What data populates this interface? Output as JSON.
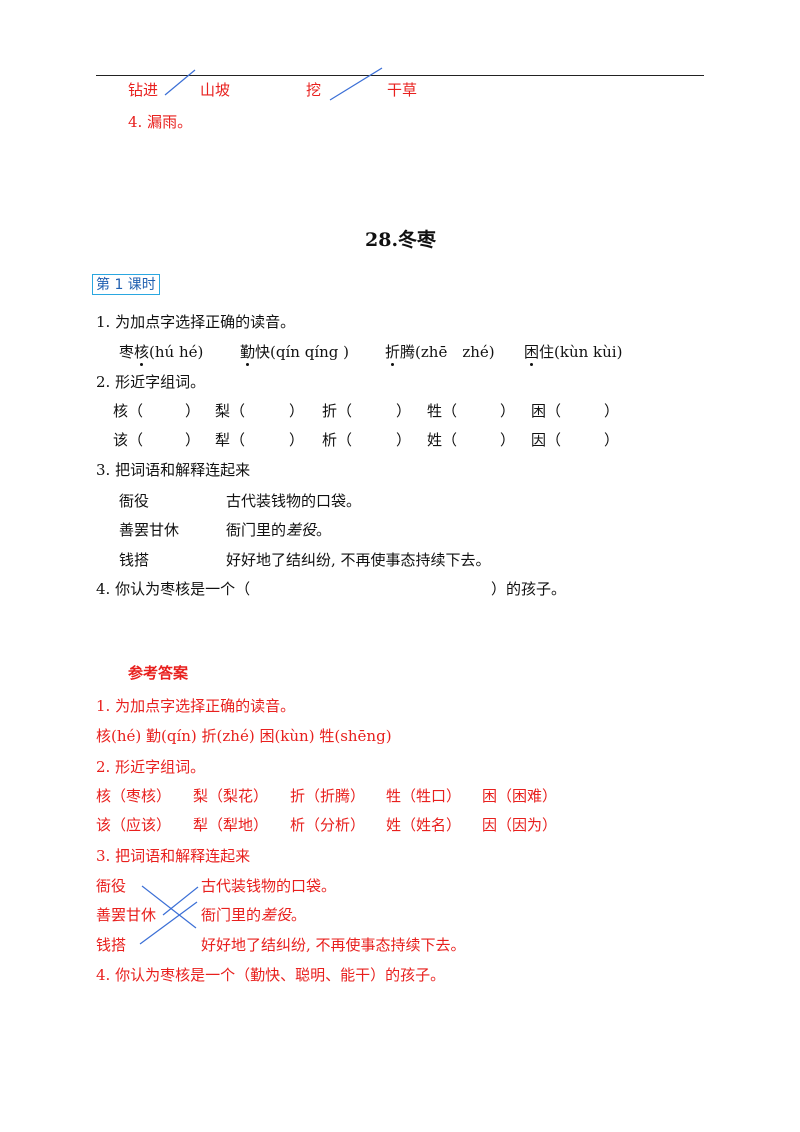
{
  "top_answers": {
    "match_row": [
      "钻进",
      "山坡",
      "挖",
      "干草"
    ],
    "item4": "4. 漏雨。"
  },
  "lesson": {
    "title": "28.冬枣",
    "badge": "第 1 课时",
    "q1": {
      "prompt": "1. 为加点字选择正确的读音。",
      "items": [
        {
          "pre": "枣",
          "dot": "核",
          "post": "",
          "pinyin": "(hú hé)"
        },
        {
          "pre": "",
          "dot": "勤",
          "post": "快",
          "pinyin": "(qín qíng )"
        },
        {
          "pre": "",
          "dot": "折",
          "post": "腾",
          "pinyin": "(zhē　zhé)"
        },
        {
          "pre": "",
          "dot": "困",
          "post": "住",
          "pinyin": "(kùn kùi)"
        }
      ]
    },
    "q2": {
      "prompt": "2. 形近字组词。",
      "row1": [
        "核（",
        "）",
        "梨（",
        "）",
        "折（",
        "）",
        "牲（",
        "）",
        "困（",
        "）"
      ],
      "row2": [
        "该（",
        "）",
        "犁（",
        "）",
        "析（",
        "）",
        "姓（",
        "）",
        "因（",
        "）"
      ]
    },
    "q3": {
      "prompt": "3. 把词语和解释连起来",
      "left": [
        "衙役",
        "善罢甘休",
        "钱搭"
      ],
      "right": [
        "古代装钱物的口袋。",
        "衙门里的",
        "差役",
        "。",
        "好好地了结纠纷, 不再使事态持续下去。"
      ]
    },
    "q4": {
      "prompt_start": "4. 你认为枣核是一个（",
      "prompt_end": "）的孩子。"
    }
  },
  "answers": {
    "heading": "参考答案",
    "a1_prompt": "1. 为加点字选择正确的读音。",
    "a1_line": "核(hé)  勤(qín)  折(zhé)  困(kùn)  牲(shēng)",
    "a2_prompt": "2. 形近字组词。",
    "a2_row1": [
      "核（枣核）",
      "梨（梨花）",
      "折（折腾）",
      "牲（牲口）",
      "困（困难）"
    ],
    "a2_row2": [
      "该（应该）",
      "犁（犁地）",
      "析（分析）",
      "姓（姓名）",
      "因（因为）"
    ],
    "a3_prompt": "3. 把词语和解释连起来",
    "a3_left": [
      "衙役",
      "善罢甘休",
      "钱搭"
    ],
    "a3_right": [
      "古代装钱物的口袋。",
      "衙门里的",
      "差役",
      "。",
      "好好地了结纠纷, 不再使事态持续下去。"
    ],
    "a4": "4. 你认为枣核是一个（勤快、聪明、能干）的孩子。"
  },
  "colors": {
    "answer_red": "#e8201e",
    "line_blue": "#3b6fd6",
    "badge_border": "#2aa7e0"
  }
}
